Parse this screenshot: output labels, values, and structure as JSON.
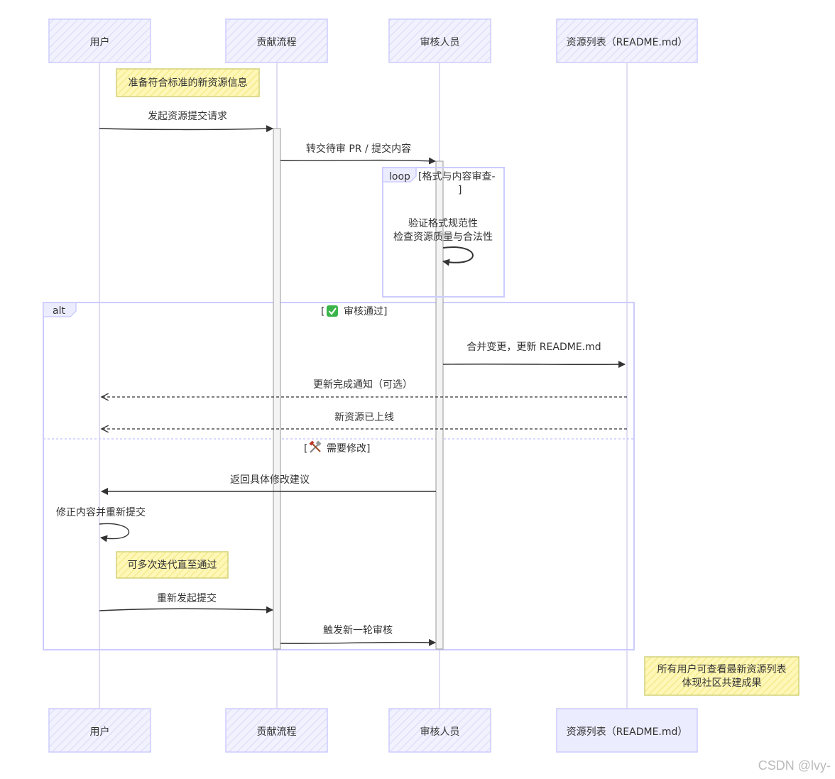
{
  "actors": [
    {
      "id": "user",
      "label": "用户"
    },
    {
      "id": "flow",
      "label": "贡献流程"
    },
    {
      "id": "reviewer",
      "label": "审核人员"
    },
    {
      "id": "list",
      "label": "资源列表（README.md）"
    }
  ],
  "notes": {
    "prepare": "准备符合标准的新资源信息",
    "iterate": "可多次迭代直至通过",
    "final_line1": "所有用户可查看最新资源列表",
    "final_line2": "体现社区共建成果"
  },
  "messages": {
    "submit_request": "发起资源提交请求",
    "forward_pr": "转交待审 PR / 提交内容",
    "verify_format": "验证格式规范性",
    "check_quality": "检查资源质量与合法性",
    "merge_update": "合并变更，更新 README.md",
    "notify_done": "更新完成通知（可选）",
    "online": "新资源已上线",
    "return_advice": "返回具体修改建议",
    "fix_resubmit": "修正内容并重新提交",
    "resubmit": "重新发起提交",
    "trigger_review": "触发新一轮审核"
  },
  "frames": {
    "loop_keyword": "loop",
    "loop_condition_line1": "[格式与内容审查-",
    "loop_condition_line2": "]",
    "alt_keyword": "alt",
    "alt_pass_label": "审核通过]",
    "alt_pass_open": "[",
    "alt_pass_icon": "check-mark-icon",
    "alt_fix_label": "需要修改]",
    "alt_fix_open": "[",
    "alt_fix_icon": "tools-icon"
  },
  "watermark": "CSDN @lvy-",
  "colors": {
    "actor_fill": "#ECECFF",
    "actor_stroke": "#CCCCFF",
    "lifeline": "#D8D0F2",
    "note_fill": "#FFF5AD",
    "note_stroke": "#D2D27A",
    "frame_stroke": "#CCCCFF",
    "activation_fill": "#F4F4F4",
    "message_line": "#333333",
    "check_green": "#3BB54A"
  }
}
